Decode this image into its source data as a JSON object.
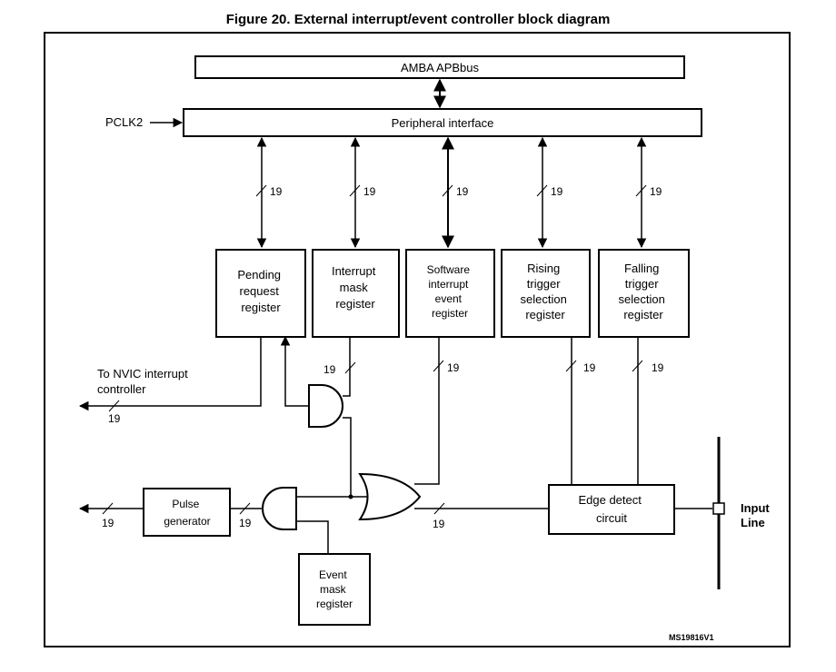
{
  "title": "Figure 20. External interrupt/event controller block diagram",
  "blocks": {
    "amba": "AMBA APBbus",
    "peripheral": "Peripheral interface",
    "pending": [
      "Pending",
      "request",
      "register"
    ],
    "intmask": [
      "Interrupt",
      "mask",
      "register"
    ],
    "swevent": [
      "Software",
      "interrupt",
      "event",
      "register"
    ],
    "rising": [
      "Rising",
      "trigger",
      "selection",
      "register"
    ],
    "falling": [
      "Falling",
      "trigger",
      "selection",
      "register"
    ],
    "pulse": [
      "Pulse",
      "generator"
    ],
    "evmask": [
      "Event",
      "mask",
      "register"
    ],
    "edge": [
      "Edge detect",
      "circuit"
    ]
  },
  "labels": {
    "pclk": "PCLK2",
    "nvic": [
      "To NVIC interrupt",
      "controller"
    ],
    "input_line": [
      "Input",
      "Line"
    ],
    "bus_width": "19",
    "ref": "MS19816V1"
  }
}
